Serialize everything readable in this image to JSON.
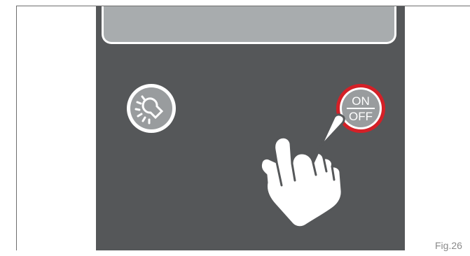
{
  "figure": {
    "label": "Fig.26"
  },
  "panel": {
    "light_button": {
      "icon": "light-bulb-icon"
    },
    "power_button": {
      "label_top": "ON",
      "label_bottom": "OFF",
      "highlight_color": "#d42027"
    },
    "pointer": {
      "icon": "pointing-hand-icon"
    }
  }
}
